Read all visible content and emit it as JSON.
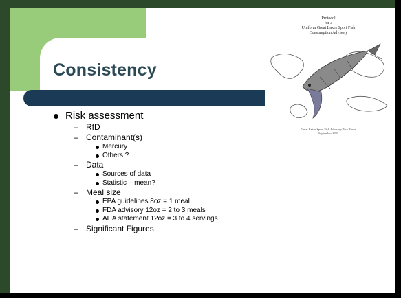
{
  "slide": {
    "title": "Consistency",
    "image": {
      "title_lines": [
        "Protocol",
        "for a",
        "Uniform Great Lakes Sport Fish",
        "Consumption Advisory"
      ],
      "footer_lines": [
        "Great Lakes Sport Fish Advisory Task Force",
        "September 1993"
      ]
    },
    "bullets": [
      {
        "label": "Risk assessment",
        "items": [
          {
            "label": "RfD",
            "items": []
          },
          {
            "label": "Contaminant(s)",
            "items": [
              "Mercury",
              "Others ?"
            ]
          },
          {
            "label": "Data",
            "items": [
              "Sources of data",
              "Statistic – mean?"
            ]
          },
          {
            "label": "Meal size",
            "items": [
              "EPA guidelines 8oz = 1 meal",
              "FDA advisory 12oz = 2 to 3 meals",
              "AHA statement 12oz = 3 to 4 servings"
            ]
          },
          {
            "label": "Significant Figures",
            "items": []
          }
        ]
      }
    ]
  },
  "colors": {
    "frame_dark": "#2c4a2a",
    "accent_green": "#99cc7a",
    "title_bar": "#1b3a55",
    "title_text": "#2c4a55"
  },
  "icons": {
    "level1_bullet": "filled-circle",
    "level2_bullet": "en-dash",
    "level3_bullet": "small-filled-circle"
  }
}
